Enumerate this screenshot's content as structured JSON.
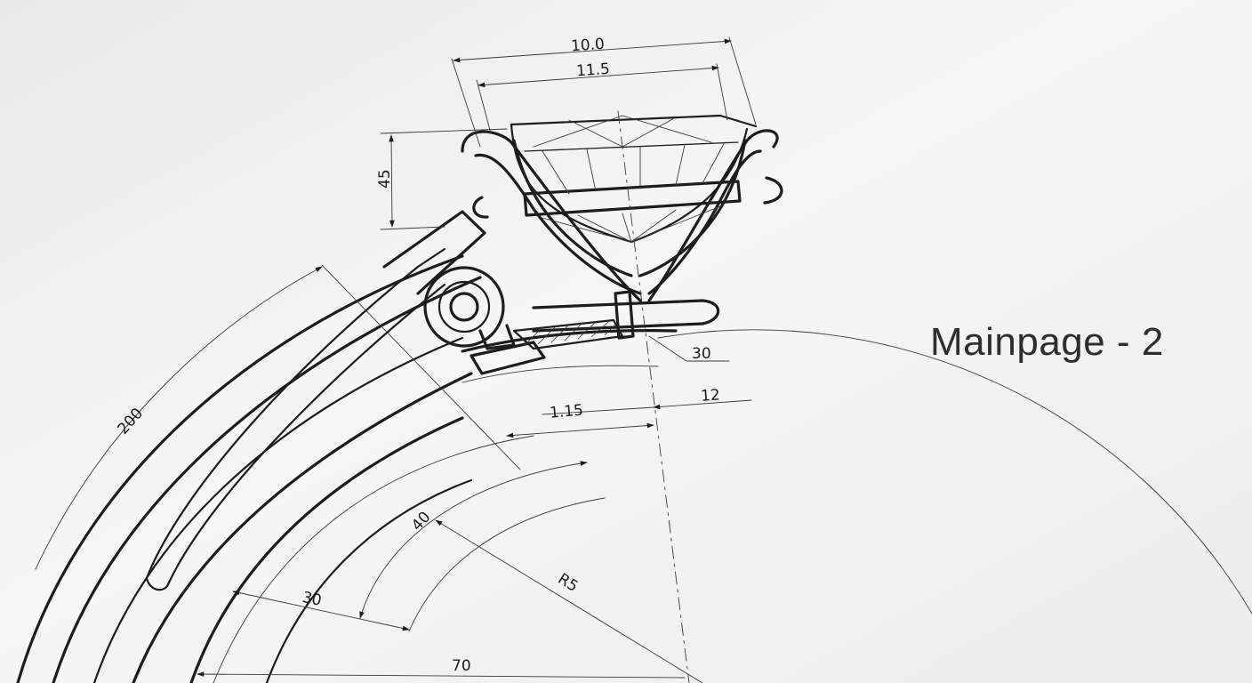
{
  "heading": "Mainpage - 2",
  "drawing": {
    "dimensions": [
      {
        "id": "top-width",
        "text": "10.0"
      },
      {
        "id": "inner-width",
        "text": "11.5"
      },
      {
        "id": "stone-height",
        "text": "45"
      },
      {
        "id": "band-length",
        "text": "200"
      },
      {
        "id": "shoulder",
        "text": "30"
      },
      {
        "id": "offset",
        "text": "1.15"
      },
      {
        "id": "gap",
        "text": "12"
      },
      {
        "id": "inner-radius",
        "text": "40"
      },
      {
        "id": "radius-r5",
        "text": "R5"
      },
      {
        "id": "band-width",
        "text": "30"
      },
      {
        "id": "diameter",
        "text": "70"
      }
    ]
  }
}
